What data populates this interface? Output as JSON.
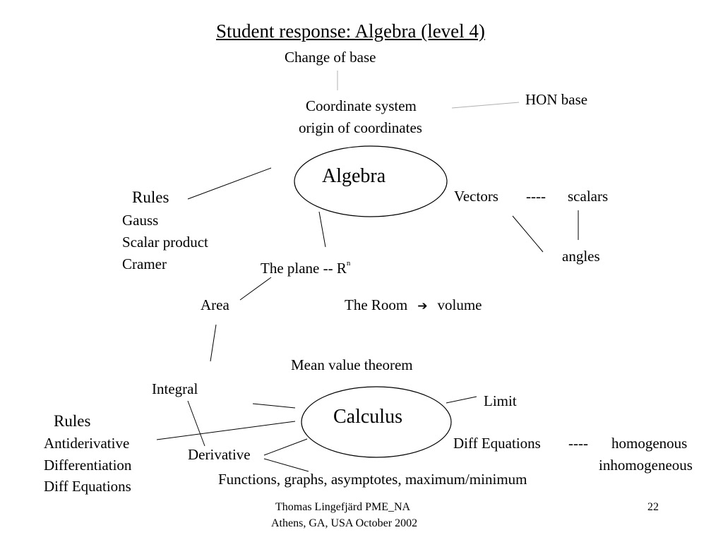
{
  "title": "Student response: Algebra (level 4)",
  "nodes": {
    "change_of_base": "Change of base",
    "coord_line1": "Coordinate system",
    "coord_line2": "origin of coordinates",
    "hon_base": "HON base",
    "algebra": "Algebra",
    "rules_top": "Rules",
    "gauss": "Gauss",
    "scalar_product": "Scalar product",
    "cramer": "Cramer",
    "vectors": "Vectors",
    "vec_sep": "----",
    "scalars": "scalars",
    "angles": "angles",
    "plane": "The plane -- R",
    "plane_sup": "n",
    "area": "Area",
    "room": "The Room",
    "volume": "volume",
    "mean_value": "Mean value theorem",
    "integral": "Integral",
    "calculus": "Calculus",
    "limit": "Limit",
    "rules_bottom": "Rules",
    "antiderivative": "Antiderivative",
    "differentiation": "Differentiation",
    "diff_eq_left": "Diff Equations",
    "derivative": "Derivative",
    "diff_eq_right": "Diff Equations",
    "diff_sep": "----",
    "homogenous": "homogenous",
    "inhomogeneous": "inhomogeneous",
    "functions": "Functions, graphs, asymptotes, maximum/minimum"
  },
  "footer": {
    "line1": "Thomas Lingefjärd  PME_NA",
    "line2": "Athens, GA, USA October 2002",
    "page_number": "22"
  },
  "icons": {
    "room_arrow": "right-arrow-icon"
  }
}
